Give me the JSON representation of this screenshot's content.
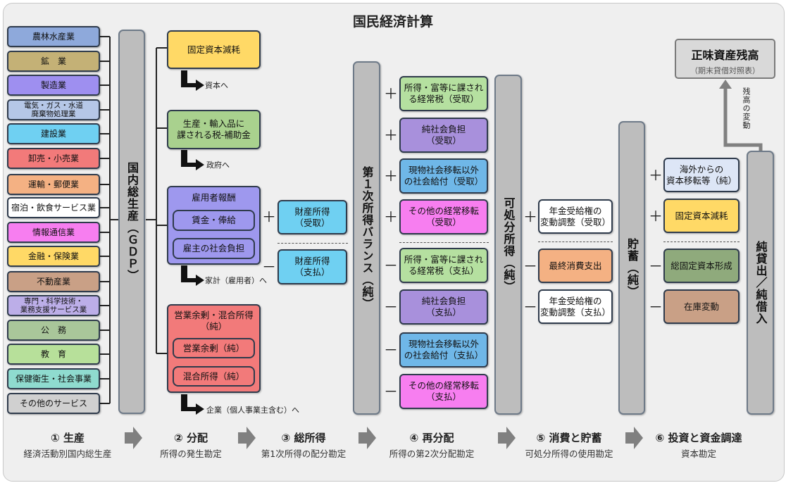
{
  "title": "国民経済計算",
  "industries": [
    {
      "label": "農林水産業",
      "color": "#8ea9db"
    },
    {
      "label": "鉱　業",
      "color": "#c4b176"
    },
    {
      "label": "製造業",
      "color": "#9e8ff0"
    },
    {
      "label": "電気・ガス・水道\n廃棄物処理業",
      "color": "#b5c7e7"
    },
    {
      "label": "建設業",
      "color": "#6fd0f2"
    },
    {
      "label": "卸売・小売業",
      "color": "#f27a7a"
    },
    {
      "label": "運輸・郵便業",
      "color": "#f4b183"
    },
    {
      "label": "宿泊・飲食サービス業",
      "color": "#ffffff"
    },
    {
      "label": "情報通信業",
      "color": "#f77ef0"
    },
    {
      "label": "金融・保険業",
      "color": "#ffd966"
    },
    {
      "label": "不動産業",
      "color": "#c9a086"
    },
    {
      "label": "専門・科学技術・\n業務支援サービス業",
      "color": "#bcaee8"
    },
    {
      "label": "公　務",
      "color": "#a9c69a"
    },
    {
      "label": "教　育",
      "color": "#b7e09a"
    },
    {
      "label": "保健衛生・社会事業",
      "color": "#8fdbcf"
    },
    {
      "label": "その他のサービス",
      "color": "#d0d0d0"
    }
  ],
  "gdp_label": "国内総生産（ＧＤＰ）",
  "distribution": {
    "depreciation": {
      "label": "固定資本減耗",
      "arrow_note": "資本へ",
      "color": "#ffd966"
    },
    "taxes": {
      "label": "生産・輸入品に\n課される税-補助金",
      "arrow_note": "政府へ",
      "color": "#a9d18e"
    },
    "compensation": {
      "label": "雇用者報酬",
      "items": [
        "賃金・俸給",
        "雇主の社会負担"
      ],
      "arrow_note": "家計（雇用者）へ",
      "color": "#9e98ee"
    },
    "surplus": {
      "label": "営業余剰・混合所得\n（純）",
      "items": [
        "営業余剰（純）",
        "混合所得（純）"
      ],
      "arrow_note": "企業（個人事業主含む）へ",
      "color": "#f27a7a"
    },
    "property_income_receive": {
      "label": "財産所得\n（受取）",
      "sign": "＋"
    },
    "property_income_pay": {
      "label": "財産所得\n（支払）",
      "sign": "－"
    }
  },
  "primary_balance_label": "第１次所得バランス（純）",
  "redistribution": [
    {
      "label": "所得・富等に課され\nる経常税（受取）",
      "sign": "＋",
      "color": "#b5e0a0"
    },
    {
      "label": "純社会負担\n（受取）",
      "sign": "＋",
      "color": "#a890dc"
    },
    {
      "label": "現物社会移転以外\nの社会給付（受取）",
      "sign": "＋",
      "color": "#6fb7e8"
    },
    {
      "label": "その他の経常移転\n（受取）",
      "sign": "＋",
      "color": "#f77ef0"
    },
    {
      "label": "所得・富等に課され\nる経常税（支払）",
      "sign": "－",
      "color": "#b5e0a0"
    },
    {
      "label": "純社会負担\n（支払）",
      "sign": "－",
      "color": "#a890dc"
    },
    {
      "label": "現物社会移転以外\nの社会給付（支払）",
      "sign": "－",
      "color": "#6fb7e8"
    },
    {
      "label": "その他の経常移転\n（支払）",
      "sign": "－",
      "color": "#f77ef0"
    }
  ],
  "disposable_income_label": "可処分所得（純）",
  "use_of_income": [
    {
      "label": "年金受給権の\n変動調整（受取）",
      "sign": "＋",
      "color": "#ffffff"
    },
    {
      "label": "最終消費支出",
      "sign": "－",
      "color": "#f4b183"
    },
    {
      "label": "年金受給権の\n変動調整（支払）",
      "sign": "－",
      "color": "#ffffff"
    }
  ],
  "saving_label": "貯蓄（純）",
  "capital": [
    {
      "label": "海外からの\n資本移転等（純）",
      "sign": "＋",
      "color": "#dde6f6"
    },
    {
      "label": "固定資本減耗",
      "sign": "＋",
      "color": "#ffd966"
    },
    {
      "label": "総固定資本形成",
      "sign": "－",
      "color": "#8faa7c"
    },
    {
      "label": "在庫変動",
      "sign": "－",
      "color": "#c9a086"
    }
  ],
  "net_lending_label": "純貸出／純借入",
  "closing_balance": {
    "title": "正味資産残高",
    "subtitle": "（期末貸借対照表）"
  },
  "balance_change_label": "残高の変動",
  "stages": [
    {
      "title": "① 生産",
      "subtitle": "経済活動別国内総生産"
    },
    {
      "title": "② 分配",
      "subtitle": "所得の発生勘定"
    },
    {
      "title": "③ 総所得",
      "subtitle": "第1次所得の配分勘定"
    },
    {
      "title": "④ 再分配",
      "subtitle": "所得の第2次分配勘定"
    },
    {
      "title": "⑤ 消費と貯蓄",
      "subtitle": "可処分所得の使用勘定"
    },
    {
      "title": "⑥ 投資と資金調達",
      "subtitle": "資本勘定"
    }
  ],
  "colors": {
    "pillar": "#bdbdbd",
    "border": "#2f3b4c",
    "background": "#efefef",
    "arrow": "#808080"
  }
}
